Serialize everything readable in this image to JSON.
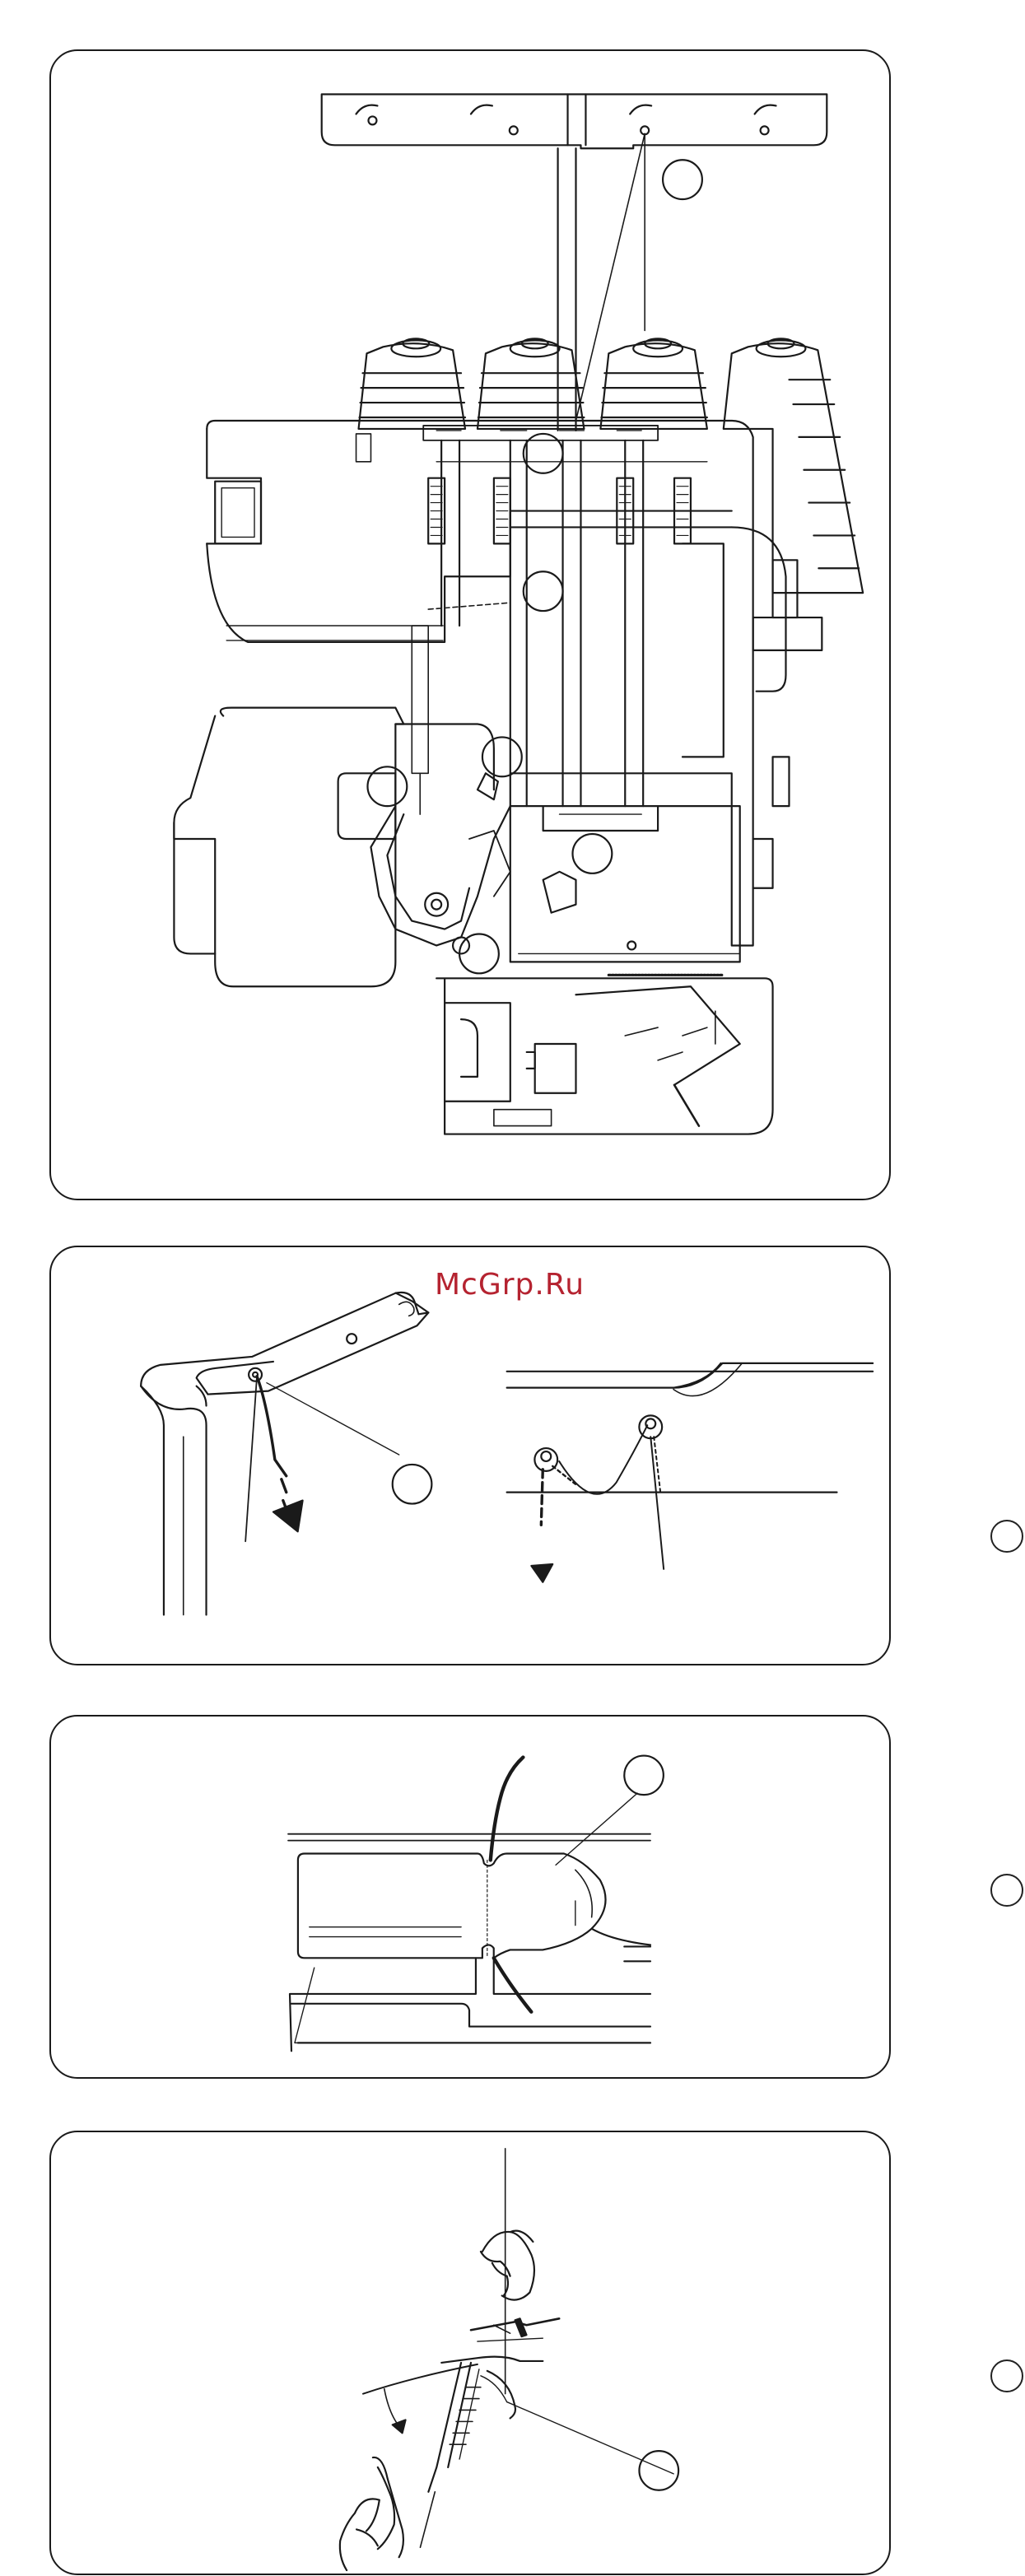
{
  "watermark": {
    "text": "McGrp.Ru"
  },
  "colors": {
    "line": "#1a1a1a",
    "watermark": "#b52330"
  },
  "figures": [
    {
      "id": "overview",
      "subject": "overlock-thread-path"
    },
    {
      "id": "thread-guide-detail",
      "subject": "thread-guide-hook"
    },
    {
      "id": "tension-slot-detail",
      "subject": "tension-disc-slot"
    },
    {
      "id": "flossing-detail",
      "subject": "thread-between-discs"
    }
  ]
}
